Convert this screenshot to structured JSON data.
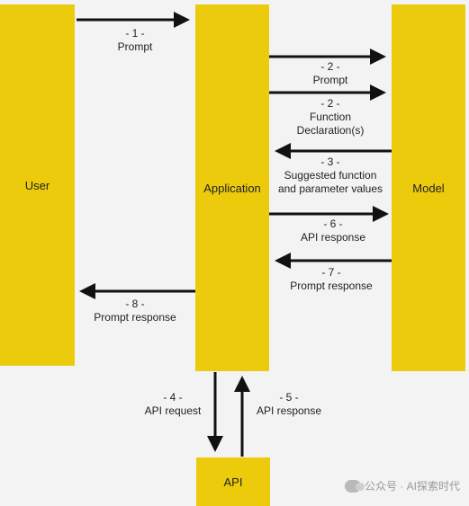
{
  "nodes": {
    "user": "User",
    "application": "Application",
    "model": "Model",
    "api": "API"
  },
  "steps": [
    {
      "num": "- 1 -",
      "text": "Prompt"
    },
    {
      "num": "- 2 -",
      "text": "Prompt"
    },
    {
      "num": "- 2 -",
      "text": "Function\nDeclaration(s)"
    },
    {
      "num": "- 3 -",
      "text": "Suggested function\nand parameter values"
    },
    {
      "num": "- 6 -",
      "text": "API response"
    },
    {
      "num": "- 7 -",
      "text": "Prompt response"
    },
    {
      "num": "- 8 -",
      "text": "Prompt response"
    },
    {
      "num": "- 4 -",
      "text": "API request"
    },
    {
      "num": "- 5 -",
      "text": "API response"
    }
  ],
  "watermark": "公众号 · AI探索时代"
}
